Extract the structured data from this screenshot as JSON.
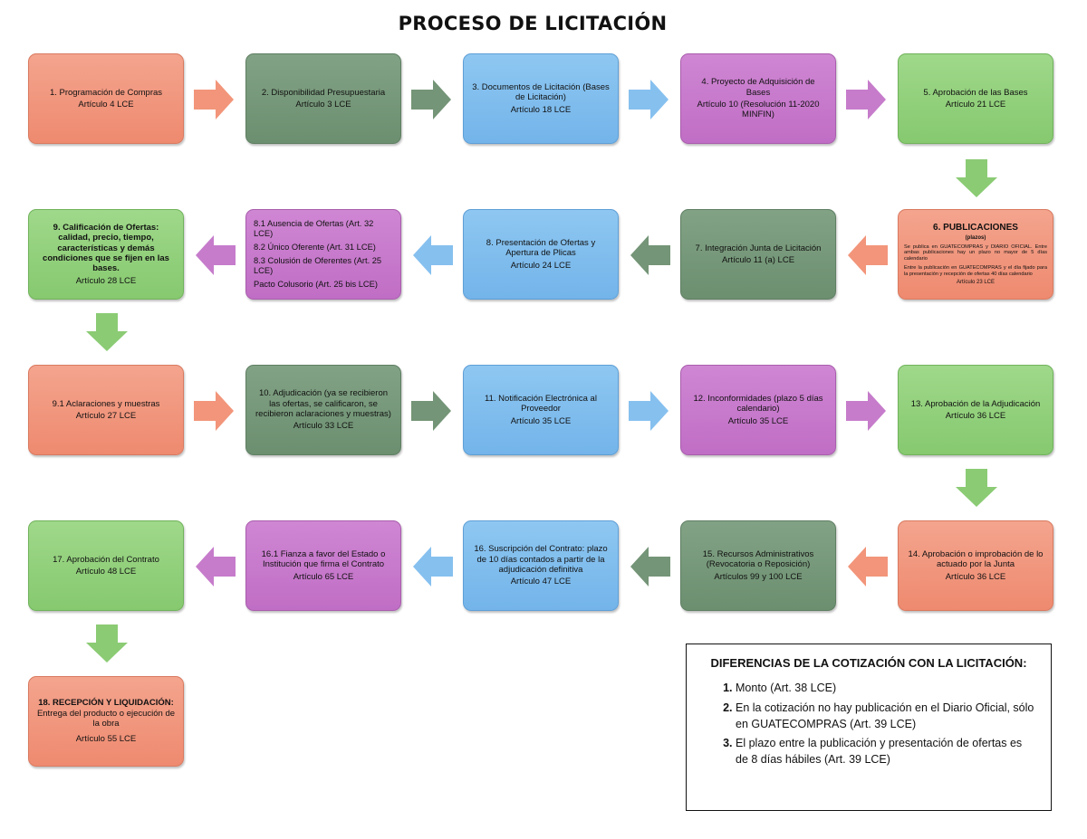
{
  "title": "PROCESO DE LICITACIÓN",
  "steps": {
    "s1": {
      "t": "1. Programación de Compras",
      "a": "Artículo 4 LCE"
    },
    "s2": {
      "t": "2. Disponibilidad Presupuestaria",
      "a": "Artículo 3 LCE"
    },
    "s3": {
      "t": "3. Documentos de Licitación (Bases de Licitación)",
      "a": "Artículo 18 LCE"
    },
    "s4": {
      "t": "4. Proyecto de Adquisición de Bases",
      "a": "Artículo 10 (Resolución 11-2020 MINFIN)"
    },
    "s5": {
      "t": "5. Aprobación de las Bases",
      "a": "Artículo 21 LCE"
    },
    "s6": {
      "t": "6. PUBLICACIONES",
      "sub": "(plazos)",
      "p1": "Se publica en GUATECOMPRAS y DIARIO OFICIAL. Entre ambas publicaciones hay un plazo no mayor de 5 días calendario",
      "p2": "Entre la publicación en GUATECOMPRAS y el día fijado para la presentación y recepción de ofertas 40 días calendario",
      "a": "Artículo 23 LCE"
    },
    "s7": {
      "t": "7. Integración Junta de Licitación",
      "a": "Artículo 11 (a) LCE"
    },
    "s8": {
      "t": "8. Presentación de Ofertas y Apertura de Plicas",
      "a": "Artículo 24 LCE"
    },
    "s8x": {
      "l1": "8.1 Ausencia de Ofertas (Art. 32 LCE)",
      "l2": "8.2 Único Oferente (Art. 31 LCE)",
      "l3": "8.3 Colusión de Oferentes (Art. 25 LCE)",
      "l4": "Pacto Colusorio (Art. 25 bis LCE)"
    },
    "s9": {
      "t": "9. Calificación de Ofertas: calidad, precio, tiempo, características y demás condiciones que se fijen en las bases.",
      "a": "Artículo 28 LCE"
    },
    "s91": {
      "t": "9.1 Aclaraciones y muestras",
      "a": "Artículo 27 LCE"
    },
    "s10": {
      "t": "10. Adjudicación (ya se recibieron las ofertas, se calificaron, se recibieron aclaraciones y muestras)",
      "a": "Artículo 33 LCE"
    },
    "s11": {
      "t": "11. Notificación Electrónica al Proveedor",
      "a": "Artículo 35 LCE"
    },
    "s12": {
      "t": "12. Inconformidades (plazo 5 días calendario)",
      "a": "Artículo 35 LCE"
    },
    "s13": {
      "t": "13. Aprobación de la Adjudicación",
      "a": "Artículo 36 LCE"
    },
    "s14": {
      "t": "14. Aprobación o improbación de lo actuado por la Junta",
      "a": "Artículo 36 LCE"
    },
    "s15": {
      "t": "15. Recursos Administrativos (Revocatoria o Reposición)",
      "a": "Artículos 99 y 100 LCE"
    },
    "s16": {
      "t": "16. Suscripción del Contrato: plazo de 10 días contados a partir de la adjudicación definitiva",
      "a": "Artículo 47 LCE"
    },
    "s161": {
      "t": "16.1 Fianza a favor del Estado o Institución que firma el Contrato",
      "a": "Artículo 65 LCE"
    },
    "s17": {
      "t": "17. Aprobación del Contrato",
      "a": "Artículo 48 LCE"
    },
    "s18": {
      "t": "18. RECEPCIÓN Y LIQUIDACIÓN:",
      "d": "Entrega del producto o ejecución de la obra",
      "a": "Artículo 55 LCE"
    }
  },
  "note": {
    "heading": "DIFERENCIAS DE LA COTIZACIÓN CON LA LICITACIÓN:",
    "items": [
      "Monto (Art. 38 LCE)",
      "En la cotización no hay publicación en el Diario Oficial, sólo en GUATECOMPRAS (Art. 39 LCE)",
      "El plazo entre la publicación y presentación de ofertas es de 8 días hábiles (Art. 39 LCE)"
    ]
  },
  "colors": {
    "salmon": "#f08e73",
    "green": "#6f9173",
    "blue": "#7ab9ec",
    "purple": "#c473c9",
    "light_green": "#8bcb74"
  },
  "arrow_icons": [
    "arrow-right-icon",
    "arrow-left-icon",
    "arrow-down-icon"
  ]
}
